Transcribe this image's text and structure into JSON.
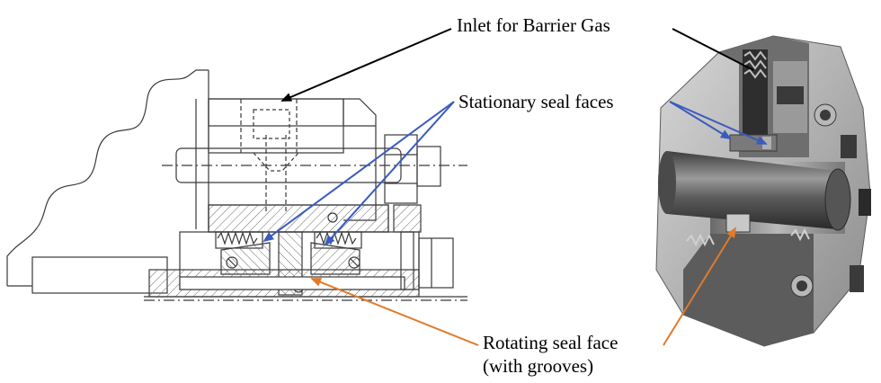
{
  "labels": {
    "inlet": "Inlet for Barrier Gas",
    "stationary": "Stationary seal faces",
    "rotating_line1": "Rotating seal face",
    "rotating_line2": "(with grooves)"
  },
  "colors": {
    "inlet_arrow": "#000000",
    "stationary_arrows": "#3a5bbf",
    "rotating_arrows": "#e07a2c",
    "drawing_lines": "#3a3a3a",
    "hatch": "#6a6a6a",
    "metal_dark": "#4a4a4a",
    "metal_mid": "#8a8a8a",
    "metal_light": "#c8c8c8"
  }
}
